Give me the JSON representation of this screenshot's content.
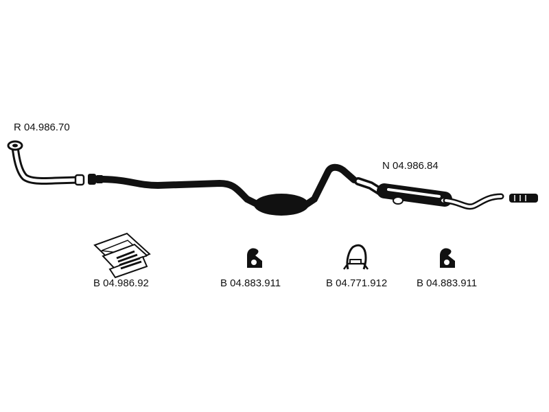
{
  "exhaust_diagram": {
    "main_parts": {
      "front_pipe": "R 04.986.70",
      "rear_section": "N 04.986.84"
    },
    "accessories": {
      "mounting_kit": "B 04.986.92",
      "rubber_hanger_1": "B 04.883.911",
      "pipe_clamp": "B 04.771.912",
      "rubber_hanger_2": "B 04.883.911"
    }
  }
}
